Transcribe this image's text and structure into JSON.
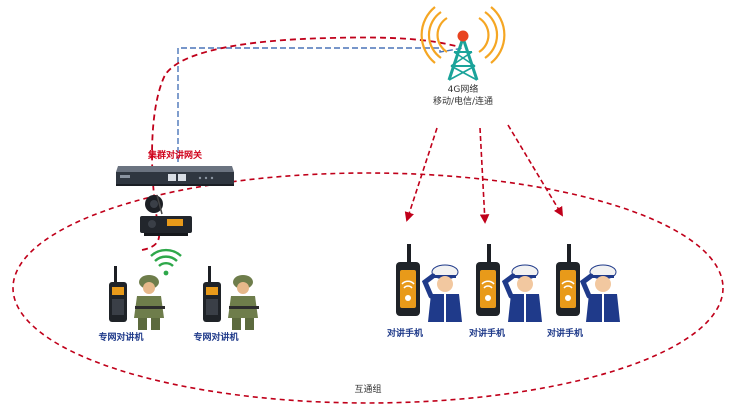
{
  "tower": {
    "label_line1": "4G网络",
    "label_line2": "移动/电信/连通"
  },
  "gateway": {
    "label": "集群对讲网关"
  },
  "private_radios": [
    {
      "label": "专网对讲机"
    },
    {
      "label": "专网对讲机"
    }
  ],
  "public_radios": [
    {
      "label": "对讲手机"
    },
    {
      "label": "对讲手机"
    },
    {
      "label": "对讲手机"
    }
  ],
  "group": {
    "label": "互通组"
  },
  "colors": {
    "link_red": "#c0001a",
    "link_blue": "#4a74b8",
    "label_blue": "#1f3a8a",
    "label_red": "#d0021b",
    "tower_signal": "#f5a623",
    "wifi_green": "#2ea84a"
  },
  "icons": {
    "tower": "cell-tower-icon",
    "gateway": "gateway-device-icon",
    "base_radio": "base-radio-icon",
    "wifi": "wifi-signal-icon",
    "walkie": "walkie-talkie-icon",
    "soldier": "soldier-icon",
    "police": "police-officer-icon"
  }
}
